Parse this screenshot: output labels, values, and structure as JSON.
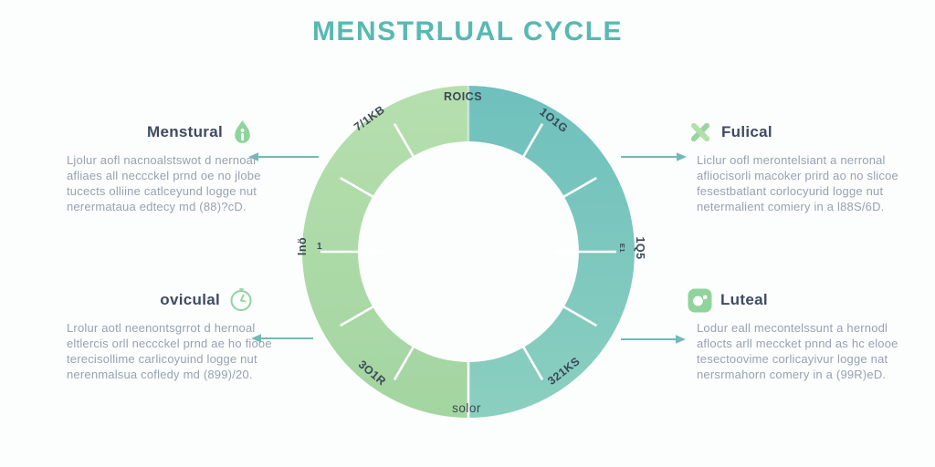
{
  "title": "MENSTRLUAL CYCLE",
  "colors": {
    "title_teal": "#58b9b1",
    "ring_green": "#abd8a6",
    "ring_teal": "#7ec7c0",
    "heading_navy": "#3e4c61",
    "body_gray": "#98a2af",
    "arrow_teal": "#72b9b7",
    "icon_green": "#8fd49b",
    "ring_label_dark": "#3b4856"
  },
  "sections": {
    "menstrual": {
      "label": "Menstural",
      "icon": "info-drop-icon",
      "position": "top-left",
      "description": "Ljolur aofl nacnoalstswot d nernoal afliaes all neccckel prnd oe no jlobe tucects olliine catlceyund logge nut nerermataua edtecy md (88)?cD."
    },
    "folical": {
      "label": "Fulical",
      "icon": "cross-icon",
      "position": "top-right",
      "description": "Liclur oofl merontelsiant a nerronal afliocisorli macoker prird ao no slicoe fesestbatlant corlocyurid logge nut netermalient comiery in a l88S/6D."
    },
    "ovicular": {
      "label": "oviculal",
      "icon": "clock-icon",
      "position": "bottom-left",
      "description": "Lrolur aotl neenontsgrrot d hernoal eltlercis orll neccckel prnd ae ho fiooe terecisollime carlicoyuind logge nut nerenmalsua cofledy md (899)/20."
    },
    "luteal": {
      "label": "Luteal",
      "icon": "badge-icon",
      "position": "bottom-right",
      "description": "Lodur eall mecontelssunt a hernodl aflocts arll meccket pnnd as hc elooe tesectoovime corlicayivur logge nat nersrmahorn comery in a (99R)eD."
    }
  },
  "ring": {
    "halves": [
      {
        "name": "left-half",
        "color": "#abd8a6"
      },
      {
        "name": "right-half",
        "color": "#7ec7c0"
      }
    ],
    "labels": {
      "top": "ROICS",
      "top_right": "1O1G",
      "right_small": "E1",
      "right": "1Q5",
      "bottom_right": "321KS",
      "bottom": "solor",
      "bottom_left": "3O1R",
      "left": "Inö",
      "left_small": "1",
      "top_left": "7/1KB"
    }
  }
}
